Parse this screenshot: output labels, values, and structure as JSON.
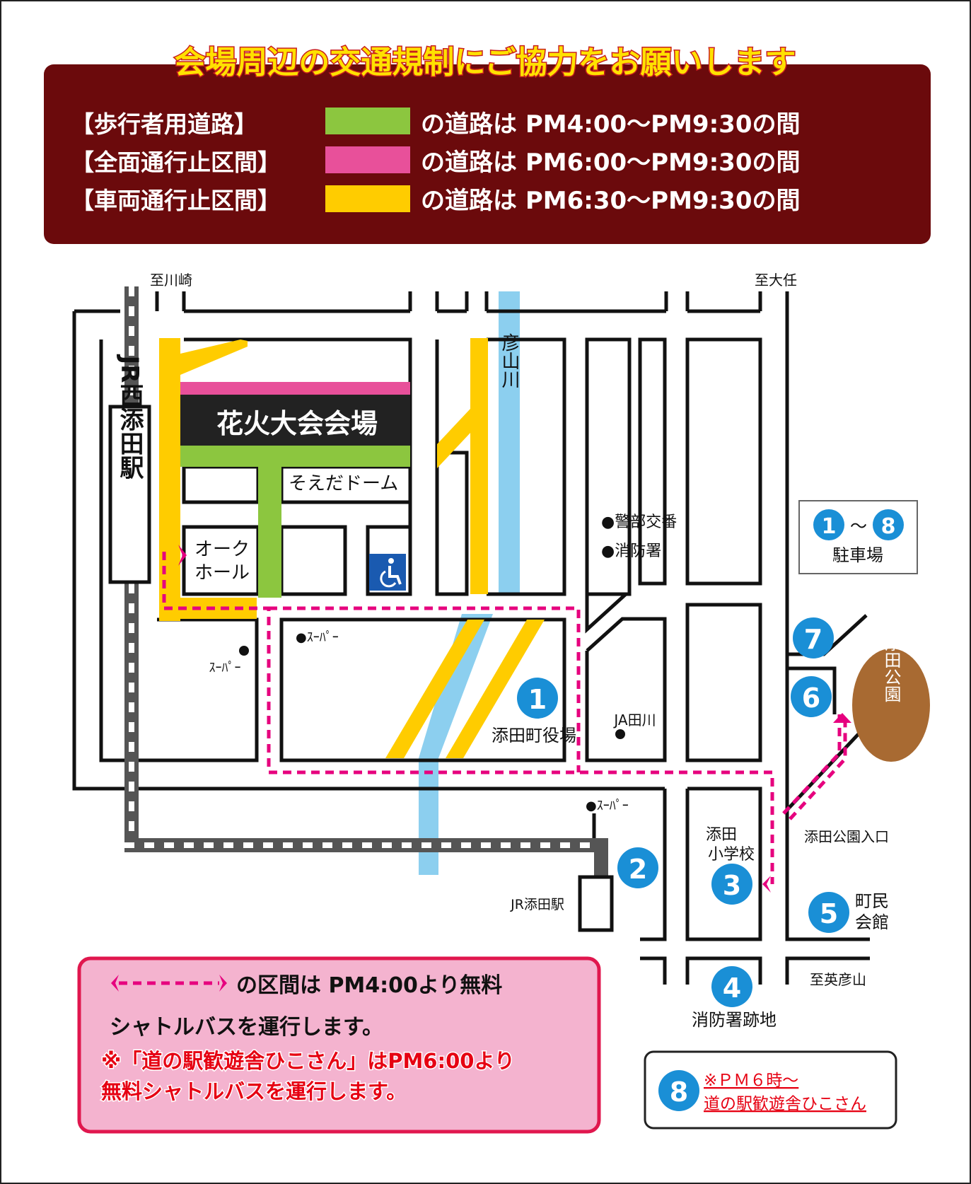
{
  "header": {
    "title": "会場周辺の交通規制にご協力をお願いします",
    "rows": [
      {
        "label": "【歩行者用道路】",
        "color": "#8cc63f",
        "text": "の道路は PM4:00〜PM9:30の間"
      },
      {
        "label": "【全面通行止区間】",
        "color": "#e8509a",
        "text": "の道路は PM6:00〜PM9:30の間"
      },
      {
        "label": "【車両通行止区間】",
        "color": "#ffcc00",
        "text": "の道路は PM6:30〜PM9:30の間"
      }
    ]
  },
  "colors": {
    "banner": "#6b0a0c",
    "pedestrian": "#8cc63f",
    "closed": "#e8509a",
    "vehicle_closed": "#ffcc00",
    "river": "#8ccfef",
    "parking": "#1a8fd6",
    "park": "#a86a32",
    "shuttle": "#e6007e",
    "note_bg": "#f4b3cf",
    "note_border": "#e0174e",
    "title_text": "#ffe100",
    "warn_red": "#e60012"
  },
  "map": {
    "directions": {
      "kawasaki": "至川崎",
      "oto": "至大任",
      "hikosan": "至英彦山"
    },
    "venue": "花火大会会場",
    "soeda_dome": "そえだドーム",
    "oak_hall": [
      "オーク",
      "ホール"
    ],
    "river": "彦山川",
    "jr_nishisoeda": "JR西添田駅",
    "jr_soeda": "JR添田駅",
    "park": "添田公園",
    "park_entrance": "添田公園入口",
    "landmarks": {
      "police_box": "●警部交番",
      "fire_station": "●消防署",
      "super1": "●ｽｰﾊﾟｰ",
      "super2": "●ｽｰﾊﾟｰ",
      "super3": "ｽｰﾊﾟｰ",
      "ja": "JA田川",
      "town_office": "添田町役場",
      "school": [
        "添田",
        "小学校"
      ],
      "community_hall": [
        "町民",
        "会館"
      ],
      "old_fire_station": "消防署跡地"
    },
    "parking_numbers": [
      "1",
      "2",
      "3",
      "4",
      "5",
      "6",
      "7",
      "8"
    ],
    "parking_legend": {
      "from": "1",
      "tilde": "〜",
      "to": "8",
      "label": "駐車場"
    }
  },
  "notes": {
    "shuttle_line1": "の区間は PM4:00より無料",
    "shuttle_line2": "シャトルバスを運行します。",
    "shuttle_line3": "※「道の駅歓遊舎ひこさん」はPM6:00より",
    "shuttle_line4": "無料シャトルバスを運行します。",
    "eight_line1": "※ＰＭ６時〜",
    "eight_line2": "道の駅歓遊舎ひこさん"
  }
}
